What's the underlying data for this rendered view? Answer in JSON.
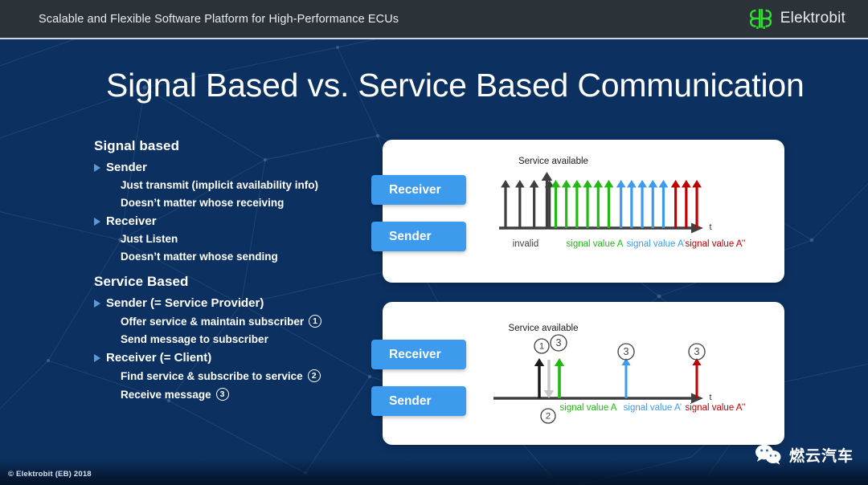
{
  "header": {
    "title": "Scalable and Flexible Software Platform for High-Performance ECUs",
    "brand": "Elektrobit",
    "logo_icon": "eb-logo-icon",
    "brand_color": "#2ee02e",
    "bar_color": "#2b3338"
  },
  "slide": {
    "title": "Signal Based vs. Service Based Communication",
    "background_color": "#0c3160",
    "accent_color": "#3d9bee"
  },
  "bullets": {
    "groups": [
      {
        "heading": "Signal based",
        "items": [
          {
            "label": "Sender",
            "sub": [
              {
                "text": "Just transmit (implicit availability info)",
                "num": ""
              },
              {
                "text": "Doesn’t matter whose receiving",
                "num": ""
              }
            ]
          },
          {
            "label": "Receiver",
            "sub": [
              {
                "text": "Just Listen",
                "num": ""
              },
              {
                "text": "Doesn’t matter whose sending",
                "num": ""
              }
            ]
          }
        ]
      },
      {
        "heading": "Service Based",
        "items": [
          {
            "label": "Sender (= Service Provider)",
            "sub": [
              {
                "text": "Offer service & maintain subscriber",
                "num": "1"
              },
              {
                "text": "Send message to subscriber",
                "num": ""
              }
            ]
          },
          {
            "label": "Receiver (= Client)",
            "sub": [
              {
                "text": "Find service & subscribe to service",
                "num": "2"
              },
              {
                "text": "Receive message",
                "num": "3"
              }
            ]
          }
        ]
      }
    ]
  },
  "diagram_top": {
    "name": "signal-based-timeline",
    "tag_receiver": "Receiver",
    "tag_sender": "Sender",
    "annotation": "Service available",
    "axis_label": "t",
    "labels": [
      {
        "text": "invalid",
        "color": "#3f3f3f"
      },
      {
        "text": "signal value A",
        "color": "#22b914"
      },
      {
        "text": "signal value A’",
        "color": "#3d9bee"
      },
      {
        "text": "signal value A’’",
        "color": "#c00000"
      }
    ],
    "arrow_groups": [
      {
        "color": "#3f3f3f",
        "count": 3,
        "note": "invalid"
      },
      {
        "color": "#3f3f3f",
        "count": 1,
        "note": "service available (tall)"
      },
      {
        "color": "#22b914",
        "count": 6,
        "note": "signal value A"
      },
      {
        "color": "#3d9bee",
        "count": 5,
        "note": "signal value A'"
      },
      {
        "color": "#c00000",
        "count": 3,
        "note": "signal value A''"
      }
    ]
  },
  "diagram_bottom": {
    "name": "service-based-timeline",
    "tag_receiver": "Receiver",
    "tag_sender": "Sender",
    "annotation": "Service available",
    "axis_label": "t",
    "labels": [
      {
        "text": "signal value A",
        "color": "#22b914"
      },
      {
        "text": "signal value A’",
        "color": "#3d9bee"
      },
      {
        "text": "signal value A’’",
        "color": "#c00000"
      }
    ],
    "markers": [
      {
        "num": "1",
        "direction": "up",
        "color": "#1a1a1a",
        "note": "offer service"
      },
      {
        "num": "2",
        "direction": "down",
        "color": "#c8c8c8",
        "note": "subscribe"
      },
      {
        "num": "3",
        "direction": "up",
        "color": "#22b914",
        "note": "receive A"
      },
      {
        "num": "3",
        "direction": "up",
        "color": "#3d9bee",
        "note": "receive A'"
      },
      {
        "num": "3",
        "direction": "up",
        "color": "#c00000",
        "note": "receive A''"
      }
    ]
  },
  "footer": {
    "copyright": "© Elektrobit (EB) 2018",
    "watermark_text": "燃云汽车",
    "watermark_icon": "wechat-icon"
  }
}
